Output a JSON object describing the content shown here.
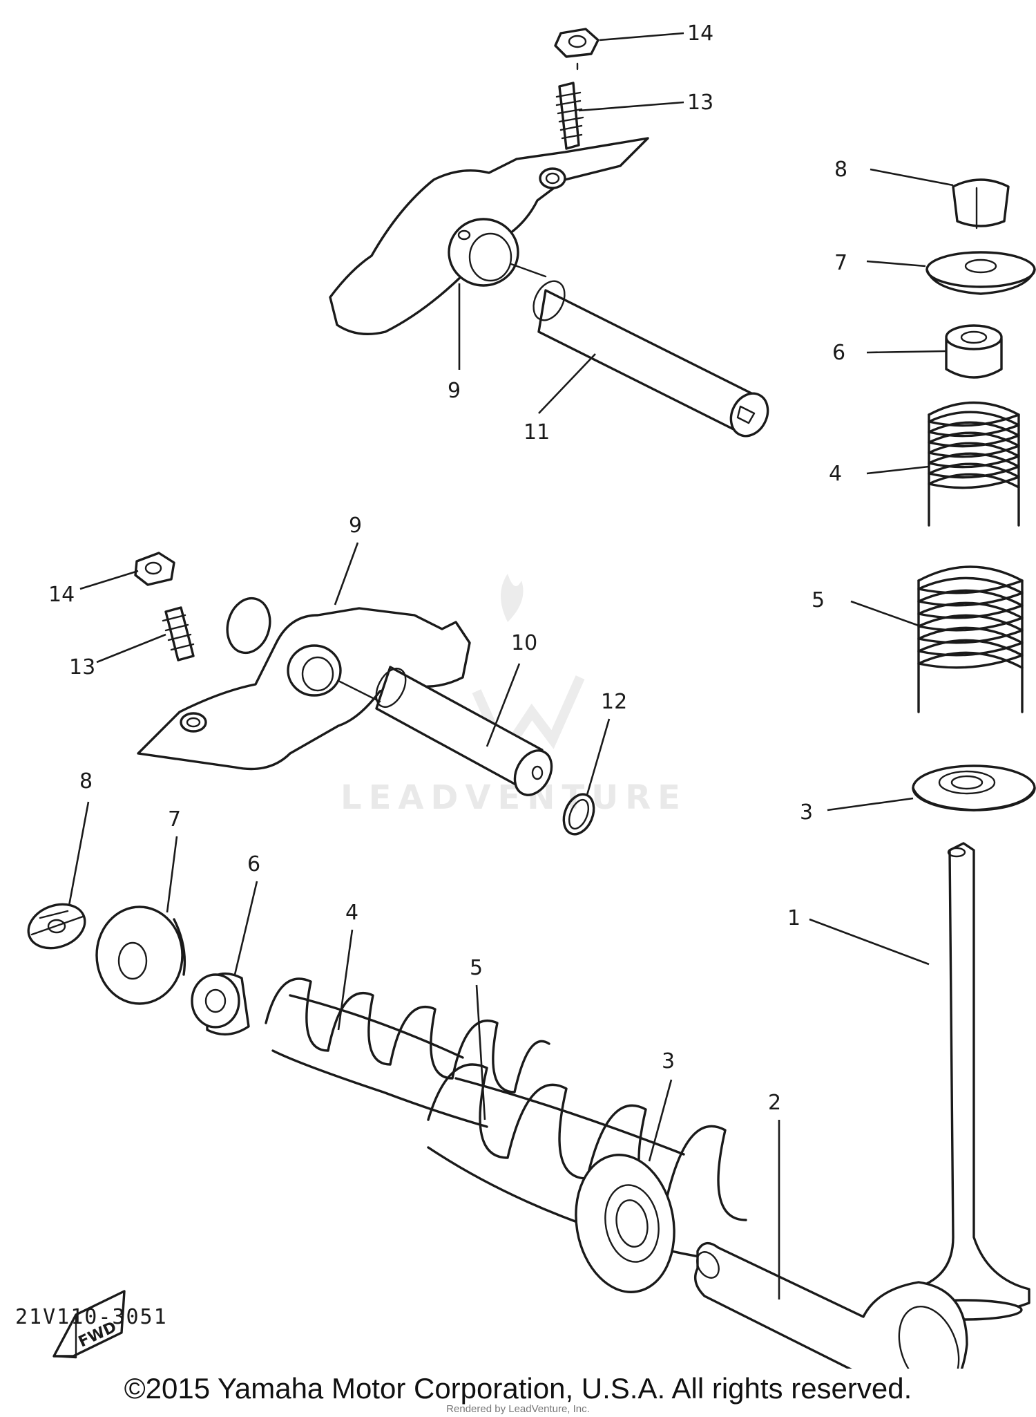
{
  "watermark": {
    "text": "LEADVENTURE"
  },
  "callouts": {
    "c14_top": "14",
    "c13_top": "13",
    "c9_top": "9",
    "c11": "11",
    "c8_right": "8",
    "c7_right": "7",
    "c6_right": "6",
    "c4_right": "4",
    "c5_right": "5",
    "c3_right": "3",
    "c1": "1",
    "c9_mid": "9",
    "c14_left": "14",
    "c13_left": "13",
    "c10": "10",
    "c12": "12",
    "c8_left": "8",
    "c7_left": "7",
    "c6_left": "6",
    "c4_bottom": "4",
    "c5_bottom": "5",
    "c3_bottom": "3",
    "c2": "2"
  },
  "fwd_label": "FWD",
  "diagram_code": "21V110-3051",
  "copyright": "©2015 Yamaha Motor Corporation, U.S.A. All rights reserved.",
  "rendered_by": "Rendered by LeadVenture, Inc."
}
